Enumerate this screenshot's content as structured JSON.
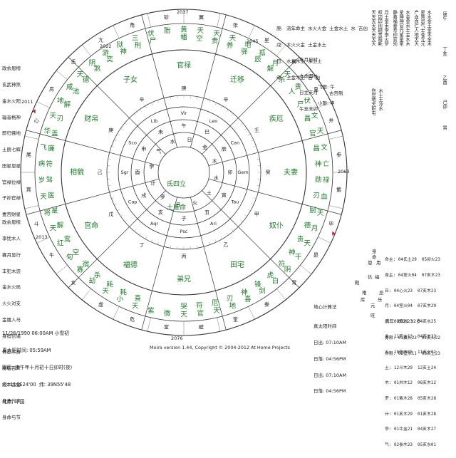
{
  "colors": {
    "ring": "#333333",
    "green": "#1b7a25",
    "red": "#c21b1b",
    "blue": "#2a4fc0",
    "magenta": "#a020a0",
    "gray": "#777777"
  },
  "years": {
    "top": "2037",
    "top_right": "2045",
    "right": "2063",
    "bottom": "2076",
    "left": "2011",
    "top_left": "2022",
    "left_low": "2013"
  },
  "chart_center": {
    "line1": "氐四立",
    "line2": "土度命"
  },
  "palaces": [
    {
      "name": "官禄",
      "stem": "庚"
    },
    {
      "name": "迁移",
      "stem": "辛"
    },
    {
      "name": "疾厄",
      "stem": "壬"
    },
    {
      "name": "夫妻",
      "stem": "癸"
    },
    {
      "name": "奴仆",
      "stem": "甲"
    },
    {
      "name": "田宅",
      "stem": "乙"
    },
    {
      "name": "弟兄",
      "stem": "丙"
    },
    {
      "name": "福德",
      "stem": "丁"
    },
    {
      "name": "宫命",
      "stem": "戊"
    },
    {
      "name": "相貌",
      "stem": "己"
    },
    {
      "name": "财帛",
      "stem": "庚"
    },
    {
      "name": "子女",
      "stem": "辛"
    }
  ],
  "zodiac": [
    "Vir",
    "Leo",
    "Can",
    "Gem",
    "Tau",
    "Ari",
    "Psc",
    "Aqr",
    "Cap",
    "Sgr",
    "Sco",
    "Lib"
  ],
  "mansions": [
    "翼",
    "张",
    "星",
    "柳",
    "鬼",
    "井",
    "参",
    "觜",
    "毕",
    "昴",
    "胃",
    "娄",
    "奎",
    "壁",
    "室",
    "危",
    "虚",
    "女",
    "牛",
    "斗",
    "箕",
    "尾",
    "心",
    "房",
    "氐",
    "亢",
    "角",
    "轸"
  ],
  "outer_labels": [
    "黄幡",
    "天空",
    "天贵",
    "天养",
    "地驿",
    "孤辰",
    "月解",
    "天杀",
    "贵人",
    "伏尸",
    "文昌",
    "天官",
    "文昌",
    "亡神",
    "禄勋",
    "血刃",
    "天厨",
    "月德",
    "天贵",
    "干神",
    "阴符",
    "白虎",
    "剑锋",
    "喜神",
    "地刃",
    "天厄",
    "官符",
    "天哭",
    "微",
    "紫",
    "天喜",
    "小耗",
    "天耗",
    "劫杀",
    "寡宿",
    "旬空",
    "红鸾",
    "天解",
    "将星",
    "天医",
    "岁驾",
    "病符",
    "飞廉",
    "华盖",
    "天刃",
    "地解",
    "咸池",
    "天德",
    "阴煞",
    "游奕",
    "狱神",
    "三刑",
    "伏尸",
    "胎"
  ],
  "left_panel": {
    "block1": [
      "政余恩榜",
      "玄武神煞",
      "金水火阳",
      "辐音格神",
      "即归佛地",
      "土辰七辉",
      "田星恩星",
      "官禄位禄",
      "子孙官禄",
      "妻宫财星"
    ],
    "block2": [
      "政余恩榜",
      "李忧木人",
      "寡月显行",
      "丰犯木怨",
      "金水火局",
      "火火对支",
      "金属入马",
      "身宿信诸",
      "骨忌木身",
      "身临吉炎",
      "火本主金",
      "身命代炎",
      "身命与节"
    ]
  },
  "bottom_left": {
    "line1": "11/26/1990 06:00AM 小雪初",
    "line2": "真太阳时间: 05:59AM",
    "line3": "阴历: 庚午年十月初十日卯时(夜)",
    "line4": "经: 116E24'00  纬: 39N55'48",
    "line5": "北京, 中国"
  },
  "bottom_center": {
    "footer": "Moira version 1.44, Copyright © 2004-2012 At Home Projects",
    "title": "地心计算法",
    "rows": [
      "真太阳时间",
      "日出: 07:10AM",
      "日落: 04:56PM",
      "日出: 07:10AM",
      "日落: 04:56PM"
    ]
  },
  "top_center": {
    "col_labels": [
      "庚:",
      "戌:",
      "日:",
      "申:"
    ],
    "col_values": [
      "流年命主  水火火金  土金水土  水  吉凶",
      "木火火金  土金水土",
      "水水木土  水土土",
      "土金木土  吉  凶"
    ],
    "ref": [
      "年月日时",
      "本命四柱",
      "日主天月",
      "午支未卯"
    ],
    "flying": [
      "飞限: 午",
      "小限: 申"
    ],
    "palace_note": "古宫制"
  },
  "top_right": {
    "cols": [
      "天天天天天天天天",
      "权囚印刑嗣贵荫耗",
      "月土金木李李火罗",
      "静喜福拳寿印官别",
      "星神神官元星星星",
      "水金金水土金水木",
      "产血血仁人地天天",
      "星煞忌气士苍元元",
      "水水金土金木金木",
      "伤官地天职屯",
      "水土土冷水"
    ],
    "pillars": [
      "庚午",
      "丁亥",
      "乙酉",
      "己卯"
    ],
    "gender": "男"
  },
  "bottom_right": {
    "rows": [
      "命主: 04氐土29  05卯火23",
      "身主: 04室火04  07亥木23",
      "日: 04心火23  07亥木23",
      "月: 04室火04  07亥木29",
      "水: 09箕水23  04亥水25",
      "金: 11亥火13  04亥木23",
      "火: 10奎木05  11亥火01",
      "土: 12斗木29  12亥土24",
      "木: 01井木12  08亥木12",
      "罗: 01紫木28  05亥木28",
      "计: 01亥木29  01亥木28",
      "孛: 01牛金21  04亥木27",
      "气: 02参木23  05亥水01"
    ],
    "year_line": "流年: 2021 32岁",
    "extra": [
      "身限: 01翼火23  02亥火22",
      "命限: 02壁水11  08亥土23"
    ],
    "labels": [
      "身",
      "命",
      "恩",
      "用",
      "殿",
      "仇",
      "难",
      "福",
      "忌",
      "元",
      "乐",
      "库",
      "旺"
    ]
  }
}
